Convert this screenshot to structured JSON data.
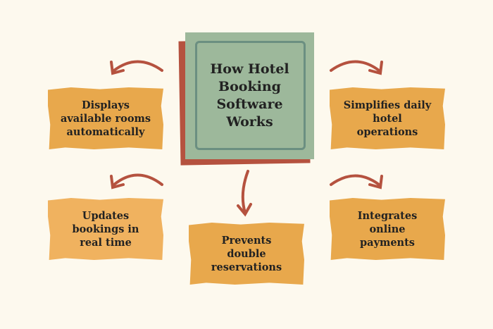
{
  "title": "How Hotel Booking Software Works",
  "items": [
    "Displays available rooms automatically",
    "Updates bookings in real time",
    "Prevents double reservations",
    "Simplifies daily hotel operations",
    "Integrates online payments"
  ],
  "colors": {
    "background": "#fdf9ee",
    "box": "#e8a84c",
    "arrow": "#b5523f",
    "center": "#9db89b"
  }
}
